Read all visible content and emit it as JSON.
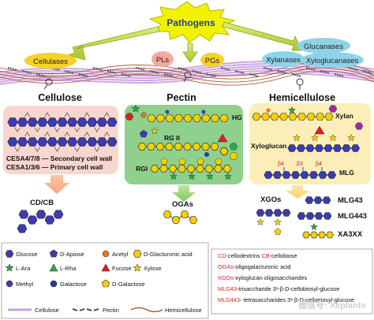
{
  "pathogens": {
    "label": "Pathogens"
  },
  "enzymes": {
    "cellulases": "Cellulases",
    "pls": "PLs",
    "pgs": "PGs",
    "glucanases": "Glucanases",
    "xylanases": "Xylanases",
    "xyloglucanases": "Xyloglucanases"
  },
  "sections": {
    "cellulose": "Cellulose",
    "pectin": "Pectin",
    "hemicellulose": "Hemicellulose"
  },
  "cellulose_box": {
    "line1": "CESA4/7/8 — Secondary cell wall",
    "line2": "CESA1/3/6 — Primary cell wall"
  },
  "pectin_box": {
    "hg": "HG",
    "rg2": "RG II",
    "rg1": "RGI"
  },
  "hemi_box": {
    "xylan": "Xylan",
    "xyloglucan": "Xyloglucan",
    "mlg": "MLG",
    "beta4": "β4",
    "beta3": "β3"
  },
  "products": {
    "cdcb": "CD/CB",
    "ogas": "OGAs",
    "xgos": "XGOs",
    "mlg43": "MLG43",
    "mlg443": "MLG443",
    "xa3xx": "XA3XX"
  },
  "legend": [
    {
      "name": "Glucose",
      "shape": "hexagon",
      "color": "#3b3bb3"
    },
    {
      "name": "D-Apiose",
      "shape": "pentagon",
      "color": "#3b3bb3"
    },
    {
      "name": "Acetyl",
      "shape": "circle",
      "color": "#e87722"
    },
    {
      "name": "D-Glacturonic acid",
      "shape": "hexagon",
      "color": "#f4d000"
    },
    {
      "name": "L-Ara",
      "shape": "star",
      "color": "#2aa84a"
    },
    {
      "name": "L-Rha",
      "shape": "triangle",
      "color": "#2aa84a"
    },
    {
      "name": "Fucose",
      "shape": "triangle",
      "color": "#e31c23"
    },
    {
      "name": "Xylose",
      "shape": "star",
      "color": "#f4d000"
    },
    {
      "name": "Methyl",
      "shape": "circle",
      "color": "#4a3aa8"
    },
    {
      "name": "Galactose",
      "shape": "circle",
      "color": "#2b3990"
    },
    {
      "name": "D-Galactose",
      "shape": "pentagon",
      "color": "#f4d000"
    }
  ],
  "legend_lines": {
    "cellulose": "Cellulose",
    "pectin": "Pectin",
    "hemicellulose": "Hemicellulose"
  },
  "abbreviations": [
    {
      "abbr": "CD",
      "text": "-cellodextrins   ",
      "abbr2": "CB",
      "text2": "-cellobiose"
    },
    {
      "abbr": "OGAs",
      "text": "-oligogalacturonic acid",
      "abbr2": "",
      "text2": ""
    },
    {
      "abbr": "XGOs",
      "text": "-xyloglucan oligosaccharides",
      "abbr2": "",
      "text2": ""
    },
    {
      "abbr": "MLG43",
      "text": "-trisaccharide 3¹-β-D-cellobiosyl-glucose",
      "abbr2": "",
      "text2": ""
    },
    {
      "abbr": "MLG443",
      "text": "- tetrasaccharides 3¹-β-D-cellotriosyl-glucose",
      "abbr2": "",
      "text2": ""
    }
  ],
  "watermark": "微信号: Xeplants",
  "colors": {
    "glucose": "#3b3bb3",
    "galacturonic": "#f4d000",
    "xylose": "#f4d000",
    "arrow": "#b6d332",
    "cellulose_bg": "#f7d6cf",
    "pectin_bg": "#8ed08c",
    "hemi_bg": "#fbeeb8",
    "red": "#e31c23"
  }
}
